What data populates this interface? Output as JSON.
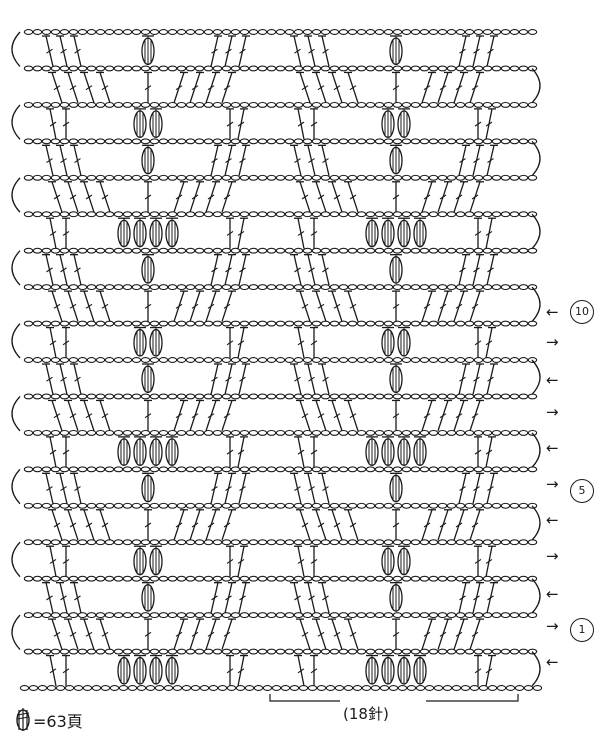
{
  "row_markers": [
    "10",
    "5",
    "1"
  ],
  "repeat_label": "(18針)",
  "legend": {
    "symbol_text": "=63頁"
  },
  "arrows": {
    "left": "←",
    "right": "→"
  }
}
